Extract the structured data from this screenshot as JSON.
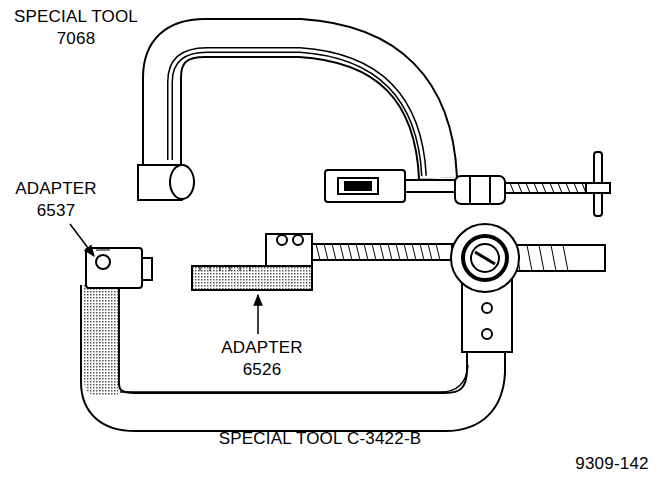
{
  "diagram": {
    "labels": [
      "SPECIAL TOOL 7068",
      "ADAPTER 6537",
      "ADAPTER 6526",
      "SPECIAL TOOL C-3422-B",
      "9309-142"
    ]
  }
}
